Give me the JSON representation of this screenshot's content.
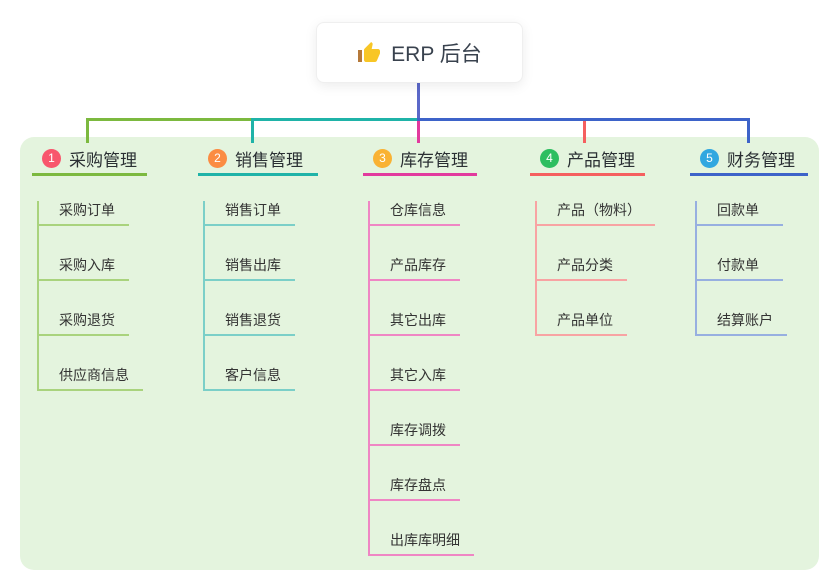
{
  "root": {
    "label": "ERP 后台",
    "icon": "thumbs-up-icon",
    "icon_color": "#f8c626",
    "cuff_color": "#b5793a"
  },
  "panel": {
    "background": "#e4f4de"
  },
  "connector": {
    "root_line_color": "#5b68c9"
  },
  "branches": [
    {
      "number": "1",
      "title": "采购管理",
      "badge_color": "#f8566c",
      "line_color": "#7cb93f",
      "light_color": "#a9d37d",
      "children": [
        "采购订单",
        "采购入库",
        "采购退货",
        "供应商信息"
      ]
    },
    {
      "number": "2",
      "title": "销售管理",
      "badge_color": "#fb8c42",
      "line_color": "#1fb3a8",
      "light_color": "#7bcfc8",
      "children": [
        "销售订单",
        "销售出库",
        "销售退货",
        "客户信息"
      ]
    },
    {
      "number": "3",
      "title": "库存管理",
      "badge_color": "#f9b233",
      "line_color": "#e23a9e",
      "light_color": "#ef86c4",
      "children": [
        "仓库信息",
        "产品库存",
        "其它出库",
        "其它入库",
        "库存调拨",
        "库存盘点",
        "出库库明细"
      ]
    },
    {
      "number": "4",
      "title": "产品管理",
      "badge_color": "#2dbe60",
      "line_color": "#f55f5f",
      "light_color": "#f8a3a3",
      "children": [
        "产品（物料）",
        "产品分类",
        "产品单位"
      ]
    },
    {
      "number": "5",
      "title": "财务管理",
      "badge_color": "#31a7e0",
      "line_color": "#3d63c9",
      "light_color": "#97afe0",
      "children": [
        "回款单",
        "付款单",
        "结算账户"
      ]
    }
  ]
}
